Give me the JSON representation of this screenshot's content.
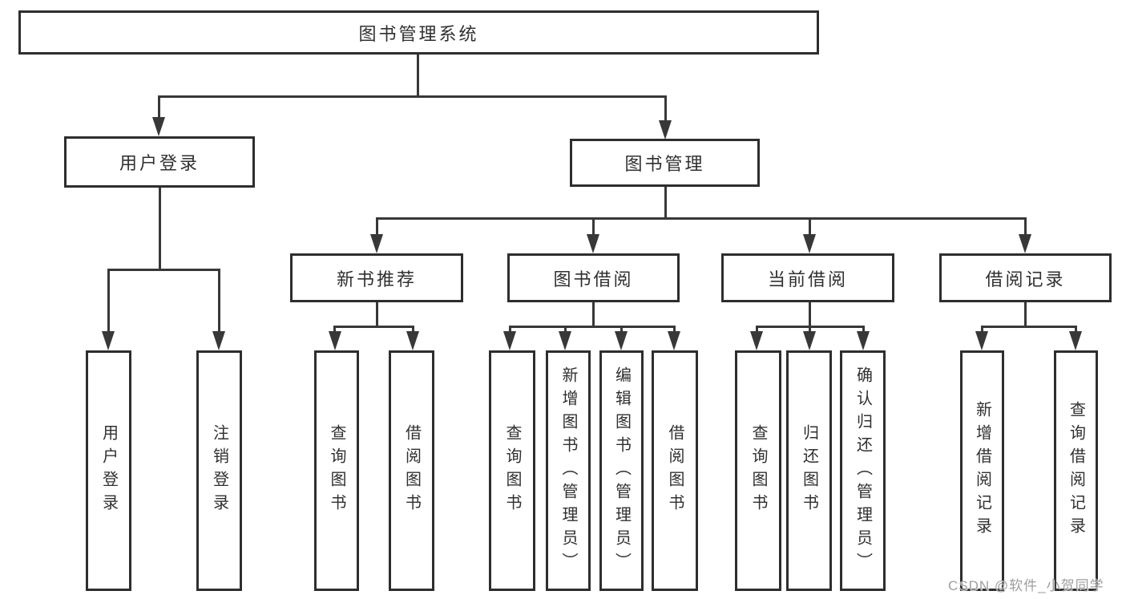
{
  "diagram": {
    "root": "图书管理系统",
    "branches": [
      {
        "label": "用户登录",
        "children": [
          "用户登录",
          "注销登录"
        ]
      },
      {
        "label": "图书管理",
        "children": [
          {
            "label": "新书推荐",
            "children": [
              "查询图书",
              "借阅图书"
            ]
          },
          {
            "label": "图书借阅",
            "children": [
              "查询图书",
              "新增图书（管理员）",
              "编辑图书（管理员）",
              "借阅图书"
            ]
          },
          {
            "label": "当前借阅",
            "children": [
              "查询图书",
              "归还图书",
              "确认归还（管理员）"
            ]
          },
          {
            "label": "借阅记录",
            "children": [
              "新增借阅记录",
              "查询借阅记录"
            ]
          }
        ]
      }
    ]
  },
  "watermark": "CSDN @软件_小贺同学",
  "colors": {
    "background": "#ffffff",
    "box_border": "#2e2e30",
    "line": "#38383a",
    "text": "#303032",
    "watermark": "#9e9e9e"
  }
}
